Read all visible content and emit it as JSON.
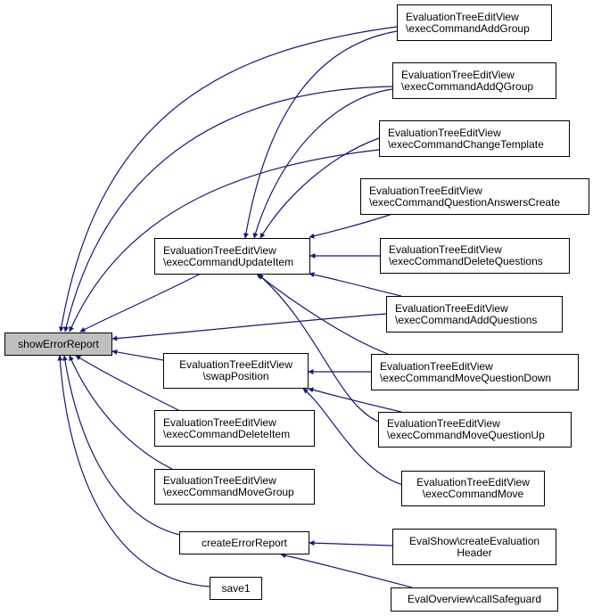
{
  "diagram": {
    "type": "caller-graph",
    "colors": {
      "edge": "#191970",
      "node_border": "#000000",
      "root_fill": "#bfbfbf",
      "node_fill": "#ffffff"
    },
    "root": {
      "id": "showErrorReport",
      "lines": [
        "showErrorReport"
      ]
    },
    "nodes": {
      "updateItem": {
        "lines": [
          "EvaluationTreeEditView",
          "\\execCommandUpdateItem"
        ]
      },
      "swapPosition": {
        "lines": [
          "EvaluationTreeEditView",
          "\\swapPosition"
        ]
      },
      "deleteItem": {
        "lines": [
          "EvaluationTreeEditView",
          "\\execCommandDeleteItem"
        ]
      },
      "moveGroup": {
        "lines": [
          "EvaluationTreeEditView",
          "\\execCommandMoveGroup"
        ]
      },
      "createErrorReport": {
        "lines": [
          "createErrorReport"
        ]
      },
      "save1": {
        "lines": [
          "save1"
        ]
      },
      "addGroup": {
        "lines": [
          "EvaluationTreeEditView",
          "\\execCommandAddGroup"
        ]
      },
      "addQGroup": {
        "lines": [
          "EvaluationTreeEditView",
          "\\execCommandAddQGroup"
        ]
      },
      "changeTemplate": {
        "lines": [
          "EvaluationTreeEditView",
          "\\execCommandChangeTemplate"
        ]
      },
      "questionAnswersCreate": {
        "lines": [
          "EvaluationTreeEditView",
          "\\execCommandQuestionAnswersCreate"
        ]
      },
      "deleteQuestions": {
        "lines": [
          "EvaluationTreeEditView",
          "\\execCommandDeleteQuestions"
        ]
      },
      "addQuestions": {
        "lines": [
          "EvaluationTreeEditView",
          "\\execCommandAddQuestions"
        ]
      },
      "moveQuestionDown": {
        "lines": [
          "EvaluationTreeEditView",
          "\\execCommandMoveQuestionDown"
        ]
      },
      "moveQuestionUp": {
        "lines": [
          "EvaluationTreeEditView",
          "\\execCommandMoveQuestionUp"
        ]
      },
      "move": {
        "lines": [
          "EvaluationTreeEditView",
          "\\execCommandMove"
        ]
      },
      "createEvaluationHeader": {
        "lines": [
          "EvalShow\\createEvaluation",
          "Header"
        ]
      },
      "callSafeguard": {
        "lines": [
          "EvalOverview\\callSafeguard"
        ]
      }
    },
    "edges": [
      {
        "from": "addGroup",
        "to": "showErrorReport"
      },
      {
        "from": "addQGroup",
        "to": "showErrorReport"
      },
      {
        "from": "changeTemplate",
        "to": "showErrorReport"
      },
      {
        "from": "updateItem",
        "to": "showErrorReport"
      },
      {
        "from": "addQuestions",
        "to": "showErrorReport"
      },
      {
        "from": "swapPosition",
        "to": "showErrorReport"
      },
      {
        "from": "deleteItem",
        "to": "showErrorReport"
      },
      {
        "from": "moveGroup",
        "to": "showErrorReport"
      },
      {
        "from": "createErrorReport",
        "to": "showErrorReport"
      },
      {
        "from": "save1",
        "to": "showErrorReport"
      },
      {
        "from": "addGroup",
        "to": "updateItem"
      },
      {
        "from": "addQGroup",
        "to": "updateItem"
      },
      {
        "from": "changeTemplate",
        "to": "updateItem"
      },
      {
        "from": "questionAnswersCreate",
        "to": "updateItem"
      },
      {
        "from": "deleteQuestions",
        "to": "updateItem"
      },
      {
        "from": "addQuestions",
        "to": "updateItem"
      },
      {
        "from": "moveQuestionDown",
        "to": "updateItem"
      },
      {
        "from": "moveQuestionUp",
        "to": "updateItem"
      },
      {
        "from": "moveQuestionDown",
        "to": "swapPosition"
      },
      {
        "from": "moveQuestionUp",
        "to": "swapPosition"
      },
      {
        "from": "move",
        "to": "swapPosition"
      },
      {
        "from": "createEvaluationHeader",
        "to": "createErrorReport"
      },
      {
        "from": "callSafeguard",
        "to": "createErrorReport"
      }
    ]
  }
}
